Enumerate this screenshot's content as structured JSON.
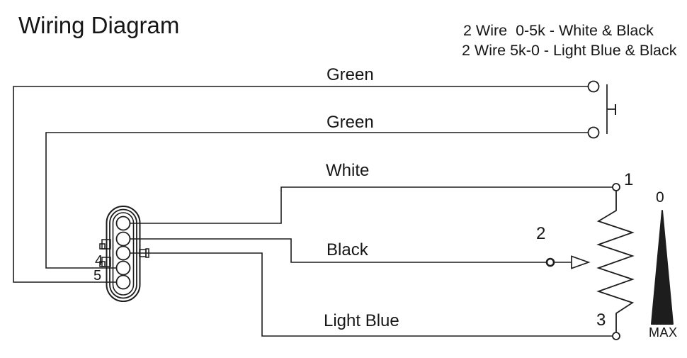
{
  "title": "Wiring Diagram",
  "legend": {
    "line1": "2 Wire  0-5k - White & Black",
    "line2": "2 Wire 5k-0 - Light Blue & Black"
  },
  "wires": {
    "green_top": "Green",
    "green_bottom": "Green",
    "white": "White",
    "black": "Black",
    "light_blue": "Light Blue"
  },
  "connector": {
    "pin4_label": "4",
    "pin5_label": "5"
  },
  "potentiometer": {
    "terminal_1": "1",
    "terminal_2": "2",
    "terminal_3": "3"
  },
  "travel_indicator": {
    "min_label": "0",
    "max_label": "MAX"
  },
  "colors": {
    "ink": "#1d1d1d",
    "background": "#ffffff"
  }
}
